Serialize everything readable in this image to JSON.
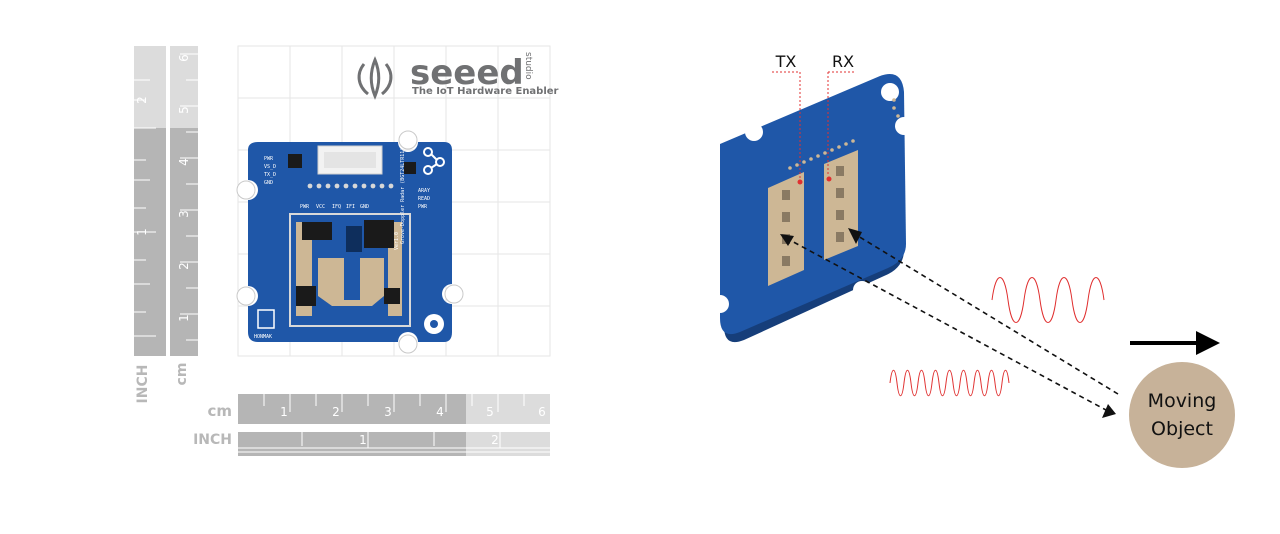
{
  "logo": {
    "wordmark": "seeed",
    "sub": "studio",
    "tagline": "The IoT Hardware Enabler"
  },
  "rulers": {
    "horizontal_cm_label": "cm",
    "horizontal_inch_label": "INCH",
    "vertical_inch_label": "INCH",
    "vertical_cm_label": "cm",
    "cm_numbers": [
      "1",
      "2",
      "3",
      "4",
      "5",
      "6"
    ],
    "inch_numbers": [
      "1",
      "2"
    ]
  },
  "board": {
    "silk_title": "Grove-Doppler Radar (BGT24LTR11)",
    "silk_version": "Ver1.0",
    "silk_brand": "HONMAK",
    "pin_labels": [
      "PWR",
      "VS_D",
      "TX_D",
      "GND"
    ],
    "header_labels": [
      "PWR",
      "VCC",
      "IFQ",
      "IFI",
      "GND"
    ],
    "side_labels": [
      "ARAY",
      "READ",
      "PWR"
    ]
  },
  "radar": {
    "tx_label": "TX",
    "rx_label": "RX",
    "object_label_line1": "Moving",
    "object_label_line2": "Object"
  },
  "colors": {
    "pcb_blue": "#1f57a8",
    "pcb_dark": "#163e7a",
    "ruler_grey": "#b5b5b5",
    "ruler_light": "#dcdcdc",
    "signal_red": "#e03030",
    "object_tan": "#c7b299",
    "antenna_tan": "#cdb795"
  }
}
